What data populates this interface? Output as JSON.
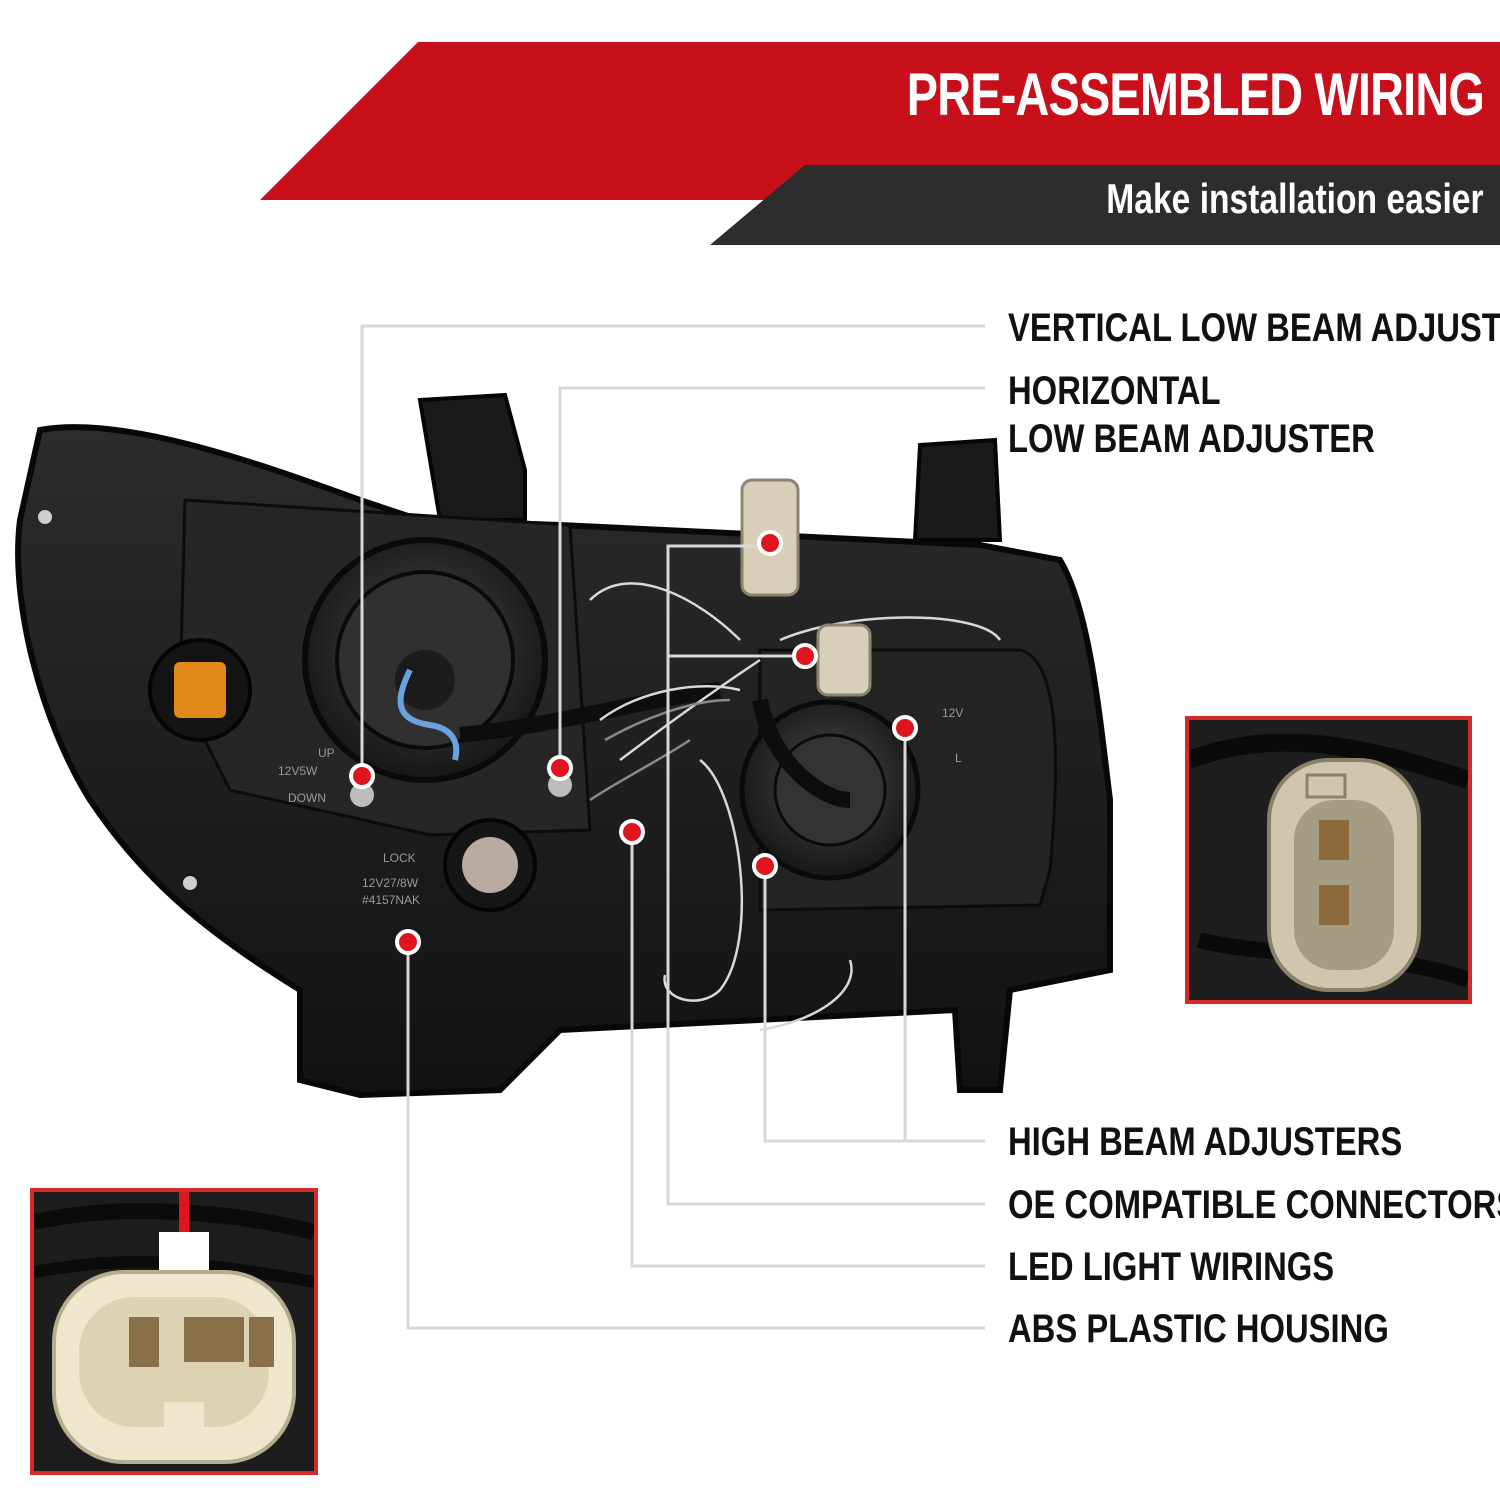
{
  "header": {
    "title": "PRE-ASSEMBLED WIRING",
    "subtitle": "Make installation easier"
  },
  "callouts": [
    "VERTICAL LOW BEAM ADJUSTER",
    "HORIZONTAL",
    "LOW BEAM ADJUSTER",
    "HIGH BEAM ADJUSTERS",
    "OE COMPATIBLE CONNECTORS",
    "LED LIGHT WIRINGS",
    "ABS PLASTIC HOUSING"
  ],
  "housing_markings": {
    "up": "UP",
    "bulb_low": "12V5W",
    "down": "DOWN",
    "lock": "LOCK",
    "bulb_signal": "12V27/8W",
    "part_code": "#4157NAK",
    "right_volt": "12V",
    "right_side": "L"
  },
  "colors": {
    "accent_red": "#c8101a",
    "banner_dark": "#2d2d2d",
    "marker_red": "#e0141e",
    "inset_border": "#d42a2a"
  }
}
